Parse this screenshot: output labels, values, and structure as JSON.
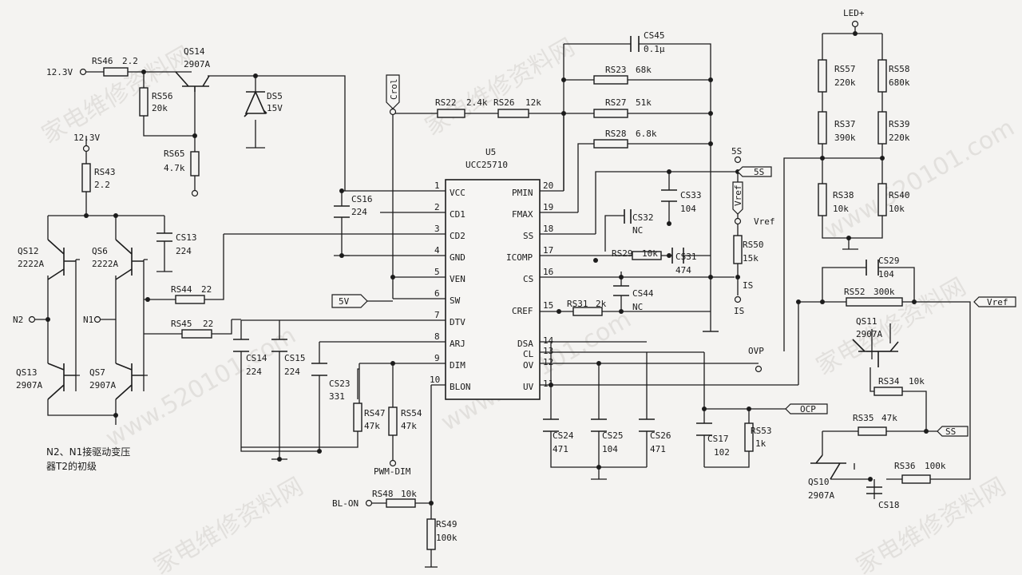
{
  "chip": {
    "ref": "U5",
    "part": "UCC25710",
    "left_pins": [
      {
        "num": "1",
        "name": "VCC"
      },
      {
        "num": "2",
        "name": "CD1"
      },
      {
        "num": "3",
        "name": "CD2"
      },
      {
        "num": "4",
        "name": "GND"
      },
      {
        "num": "5",
        "name": "VEN"
      },
      {
        "num": "6",
        "name": "SW"
      },
      {
        "num": "7",
        "name": "DTV"
      },
      {
        "num": "8",
        "name": "ARJ"
      },
      {
        "num": "9",
        "name": "DIM"
      },
      {
        "num": "10",
        "name": "BLON"
      }
    ],
    "right_pins": [
      {
        "num": "20",
        "name": "PMIN"
      },
      {
        "num": "19",
        "name": "FMAX"
      },
      {
        "num": "18",
        "name": "SS"
      },
      {
        "num": "17",
        "name": "ICOMP"
      },
      {
        "num": "16",
        "name": "CS"
      },
      {
        "num": "15",
        "name": "CREF"
      },
      {
        "num": "14",
        "name": "DSA"
      },
      {
        "num": "13",
        "name": "CL"
      },
      {
        "num": "12",
        "name": "OV"
      },
      {
        "num": "11",
        "name": "UV"
      }
    ]
  },
  "components": [
    {
      "ref": "RS46",
      "value": "2.2"
    },
    {
      "ref": "RS56",
      "value": "20k"
    },
    {
      "ref": "RS65",
      "value": "4.7k"
    },
    {
      "ref": "QS14",
      "value": "2907A"
    },
    {
      "ref": "DS5",
      "value": "15V"
    },
    {
      "ref": "RS43",
      "value": "2.2"
    },
    {
      "ref": "CS13",
      "value": "224"
    },
    {
      "ref": "QS12",
      "value": "2222A"
    },
    {
      "ref": "QS6",
      "value": "2222A"
    },
    {
      "ref": "QS13",
      "value": "2907A"
    },
    {
      "ref": "QS7",
      "value": "2907A"
    },
    {
      "ref": "RS44",
      "value": "22"
    },
    {
      "ref": "RS45",
      "value": "22"
    },
    {
      "ref": "CS16",
      "value": "224"
    },
    {
      "ref": "CS14",
      "value": "224"
    },
    {
      "ref": "CS15",
      "value": "224"
    },
    {
      "ref": "CS23",
      "value": "331"
    },
    {
      "ref": "RS47",
      "value": "47k"
    },
    {
      "ref": "RS54",
      "value": "47k"
    },
    {
      "ref": "RS48",
      "value": "10k"
    },
    {
      "ref": "RS49",
      "value": "100k"
    },
    {
      "ref": "RS22",
      "value": "2.4k"
    },
    {
      "ref": "RS26",
      "value": "12k"
    },
    {
      "ref": "CS45",
      "value": "0.1μ"
    },
    {
      "ref": "RS23",
      "value": "68k"
    },
    {
      "ref": "RS27",
      "value": "51k"
    },
    {
      "ref": "RS28",
      "value": "6.8k"
    },
    {
      "ref": "CS33",
      "value": "104"
    },
    {
      "ref": "CS32",
      "value": "NC"
    },
    {
      "ref": "RS29",
      "value": "10k"
    },
    {
      "ref": "CS31",
      "value": "474"
    },
    {
      "ref": "CS44",
      "value": "NC"
    },
    {
      "ref": "RS31",
      "value": "2k"
    },
    {
      "ref": "RS50",
      "value": "15k"
    },
    {
      "ref": "CS24",
      "value": "471"
    },
    {
      "ref": "CS25",
      "value": "104"
    },
    {
      "ref": "CS26",
      "value": "471"
    },
    {
      "ref": "CS17",
      "value": "102"
    },
    {
      "ref": "RS53",
      "value": "1k"
    },
    {
      "ref": "RS57",
      "value": "220k"
    },
    {
      "ref": "RS58",
      "value": "680k"
    },
    {
      "ref": "RS37",
      "value": "390k"
    },
    {
      "ref": "RS39",
      "value": "220k"
    },
    {
      "ref": "RS38",
      "value": "10k"
    },
    {
      "ref": "RS40",
      "value": "10k"
    },
    {
      "ref": "CS29",
      "value": "104"
    },
    {
      "ref": "RS52",
      "value": "300k"
    },
    {
      "ref": "QS11",
      "value": "2907A"
    },
    {
      "ref": "RS34",
      "value": "10k"
    },
    {
      "ref": "RS35",
      "value": "47k"
    },
    {
      "ref": "QS10",
      "value": "2907A"
    },
    {
      "ref": "RS36",
      "value": "100k"
    },
    {
      "ref": "CS18",
      "value": ""
    }
  ],
  "nets": {
    "v12a": "12.3V",
    "v12b": "12.3V",
    "n2": "N2",
    "n1": "N1",
    "v5": "5V",
    "crol": "Crol",
    "pwm_dim": "PWM-DIM",
    "bl_on": "BL-ON",
    "ss_top": "5S",
    "ss_flag": "5S",
    "vref_v": "Vref",
    "vref_pin": "Vref",
    "is_a": "IS",
    "is_b": "IS",
    "ovp": "OVP",
    "ocp": "OCP",
    "ss_r": "SS",
    "led": "LED+",
    "vref_r": "Vref"
  },
  "note": {
    "line1": "N2、N1接驱动变压",
    "line2": "器T2的初级"
  },
  "watermark": {
    "a": "家电维修资料网",
    "b": "www.520101.com"
  },
  "colors": {
    "ink": "#1c1c1c",
    "paper": "#f4f3f1",
    "watermark": "#d4d1cd"
  }
}
